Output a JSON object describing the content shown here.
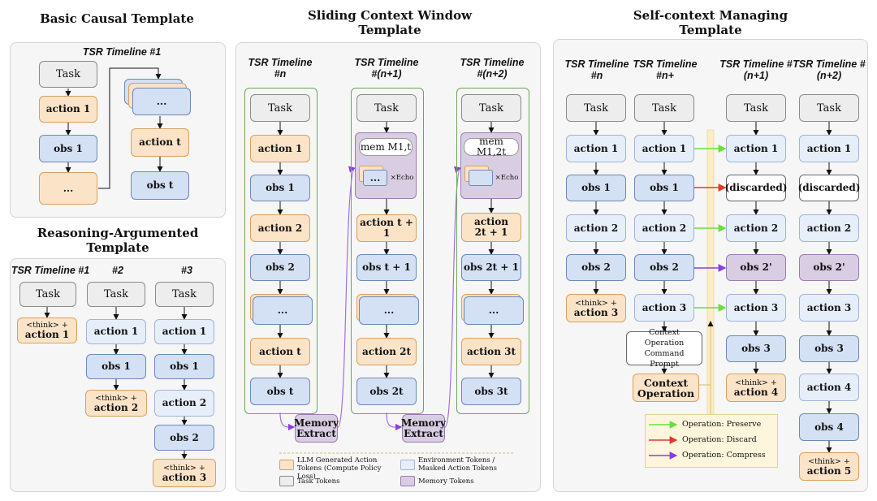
{
  "titles": {
    "basic": "Basic Causal Template",
    "sliding": "Sliding Context Window Template",
    "reasoning": "Reasoning-Argumented Template",
    "selfctx": "Self-context Managing Template"
  },
  "basic": {
    "timeline": "TSR Timeline #1",
    "task": "Task",
    "action1": "action 1",
    "obs1": "obs 1",
    "ellipsis": "...",
    "action_t": "action t",
    "obs_t": "obs t"
  },
  "reasoning": {
    "tl1": "TSR Timeline #1",
    "tl2": "#2",
    "tl3": "#3",
    "task": "Task",
    "think": "<think> +",
    "action1": "action 1",
    "action2": "action 2",
    "action3": "action 3",
    "obs1": "obs 1",
    "obs2": "obs 2"
  },
  "sliding": {
    "tl_n": "TSR Timeline #n",
    "tl_n1": "TSR Timeline #(n+1)",
    "tl_n2": "TSR Timeline #(n+2)",
    "task": "Task",
    "action1": "action 1",
    "obs1": "obs 1",
    "action2": "action 2",
    "obs2": "obs 2",
    "ellipsis": "...",
    "action_t": "action t",
    "obs_t": "obs t",
    "mem1": "mem M1,t",
    "mem2": "mem M1,2t",
    "echo": "×Echo",
    "action_t1": "action t + 1",
    "obs_t1": "obs t + 1",
    "action_2t": "action 2t",
    "obs_2t": "obs 2t",
    "action_2t1_a": "action",
    "action_2t1_b": "2t + 1",
    "obs_2t1": "obs 2t + 1",
    "action_3t": "action 3t",
    "obs_3t": "obs 3t",
    "memextract": "Memory Extract",
    "legend": {
      "llm": "LLM Generated Action Tokens (Compute Policy Loss)",
      "env": "Environment Tokens / Masked Action Tokens",
      "task": "Task Tokens",
      "memory": "Memory Tokens"
    }
  },
  "selfctx": {
    "tl_n": "TSR Timeline #n",
    "tl_nplus": "TSR Timeline #n+",
    "tl_n1": "TSR Timeline #(n+1)",
    "tl_n2": "TSR Timeline #(n+2)",
    "task": "Task",
    "action1": "action 1",
    "obs1": "obs 1",
    "action2": "action 2",
    "obs2": "obs 2",
    "action3": "action 3",
    "obs3": "obs 3",
    "action4": "action 4",
    "obs4": "obs 4",
    "action5": "action 5",
    "think": "<think> +",
    "discarded": "(discarded)",
    "obs2p": "obs 2'",
    "cmdprompt": "Context Operation Command Prompt",
    "ctxop": "Context Operation",
    "legend": {
      "preserve": "Operation: Preserve",
      "discard": "Operation: Discard",
      "compress": "Operation: Compress"
    }
  },
  "colors": {
    "action": "#fbe3c8",
    "obs": "#d4e0f3",
    "memory": "#d9cde3",
    "task": "#ededed",
    "preserve": "#66e040",
    "discard": "#e03a2a",
    "compress": "#8a3ee0",
    "window": "#6fa55a"
  }
}
